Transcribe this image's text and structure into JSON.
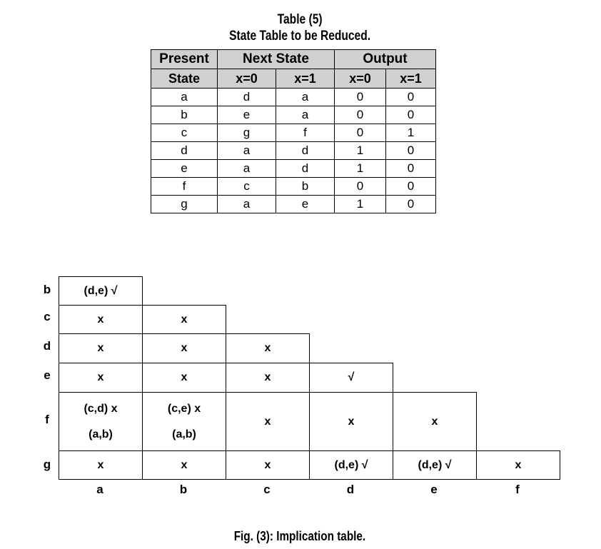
{
  "table_title": "Table (5)",
  "table_subtitle": "State Table to be Reduced.",
  "state_table": {
    "headers": {
      "present": "Present",
      "present_sub": "State",
      "next": "Next State",
      "output": "Output",
      "next_x0": "x=0",
      "next_x1": "x=1",
      "out_x0": "x=0",
      "out_x1": "x=1"
    },
    "rows": [
      [
        "a",
        "d",
        "a",
        "0",
        "0"
      ],
      [
        "b",
        "e",
        "a",
        "0",
        "0"
      ],
      [
        "c",
        "g",
        "f",
        "0",
        "1"
      ],
      [
        "d",
        "a",
        "d",
        "1",
        "0"
      ],
      [
        "e",
        "a",
        "d",
        "1",
        "0"
      ],
      [
        "f",
        "c",
        "b",
        "0",
        "0"
      ],
      [
        "g",
        "a",
        "e",
        "1",
        "0"
      ]
    ]
  },
  "implication_table": {
    "row_labels": [
      "b",
      "c",
      "d",
      "e",
      "f",
      "g"
    ],
    "col_labels": [
      "a",
      "b",
      "c",
      "d",
      "e",
      "f"
    ],
    "cells": [
      [
        "(d,e) √"
      ],
      [
        "x",
        "x"
      ],
      [
        "x",
        "x",
        "x"
      ],
      [
        "x",
        "x",
        "x",
        "√"
      ],
      [
        "(c,d) x|(a,b)",
        "(c,e) x|(a,b)",
        "x",
        "x",
        "x"
      ],
      [
        "x",
        "x",
        "x",
        "(d,e) √",
        "(d,e) √",
        "x"
      ]
    ]
  },
  "caption": "Fig. (3): Implication table."
}
